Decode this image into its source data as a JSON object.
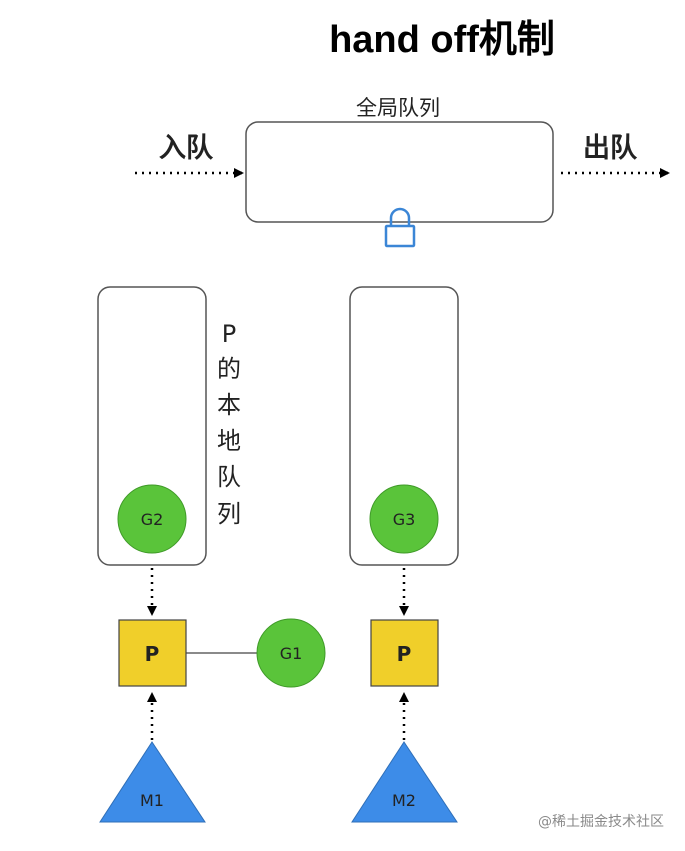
{
  "title": "hand off机制",
  "global_queue": {
    "label": "全局队列",
    "enqueue_label": "入队",
    "dequeue_label": "出队",
    "enqueue_color": "#6cbf3c",
    "dequeue_color": "#c2334f",
    "lock_icon": "lock-icon",
    "lock_color": "#3b86d6"
  },
  "p_local_queue_label": [
    "P",
    "的",
    "本",
    "地",
    "队",
    "列"
  ],
  "goroutines": {
    "g1": "G1",
    "g2": "G2",
    "g3": "G3",
    "color": "#5ac43a"
  },
  "processors": {
    "p1": "P",
    "p2": "P",
    "color": "#f0cf2a"
  },
  "machines": {
    "m1": "M1",
    "m2": "M2",
    "color": "#3d8ce8"
  },
  "watermark": "@稀土掘金技术社区"
}
